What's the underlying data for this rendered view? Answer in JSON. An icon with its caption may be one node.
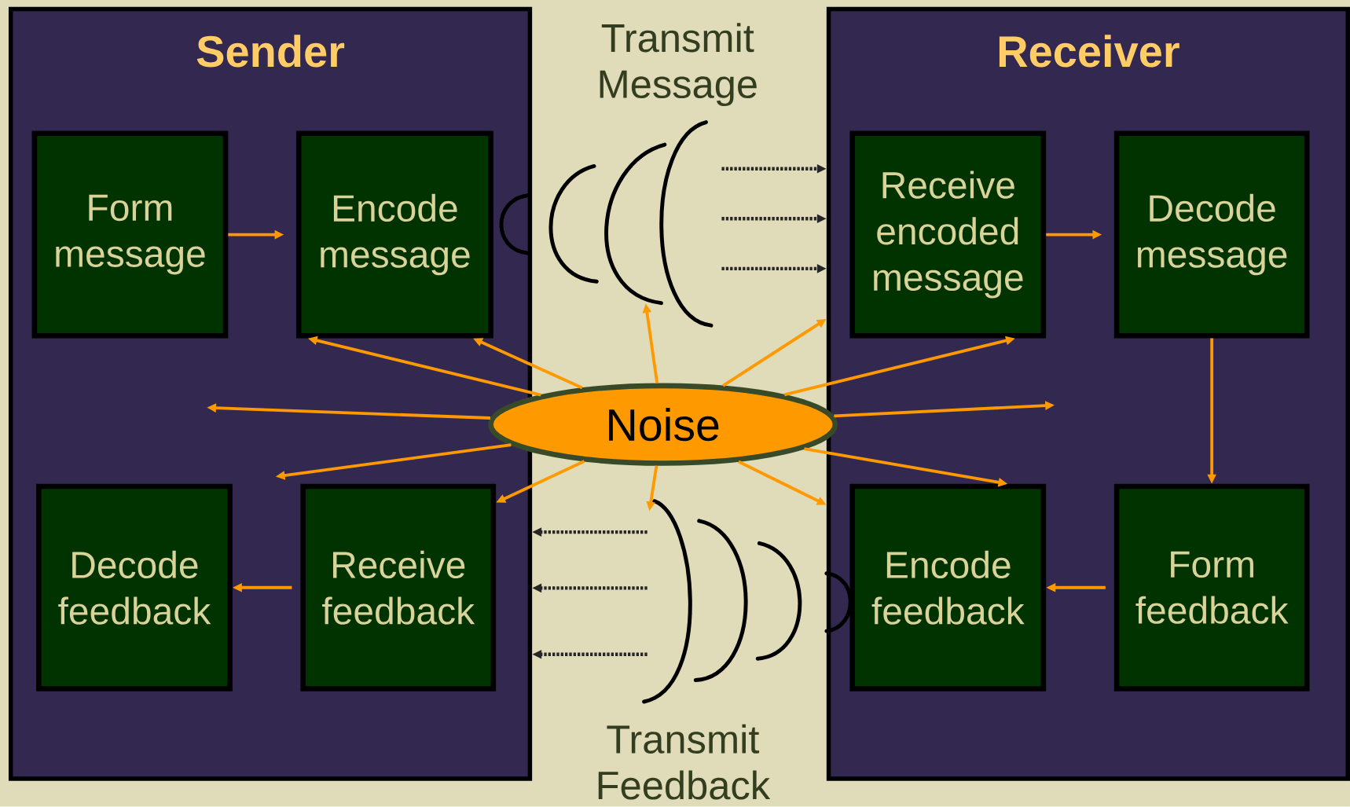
{
  "diagram": {
    "nodes": [
      {
        "text": [
          "Sender"
        ]
      },
      {
        "text": [
          "Form message"
        ],
        "in": 0
      },
      {
        "text": [
          "Encode message"
        ],
        "in": 0
      },
      {
        "text": [
          "Decode feedback"
        ],
        "in": 0
      },
      {
        "text": [
          "Receive feedback"
        ],
        "in": 0
      },
      {
        "text": [
          "Receiver"
        ]
      },
      {
        "text": [
          "Receive encoded message"
        ],
        "in": 5
      },
      {
        "text": [
          "Decode message"
        ],
        "in": 5
      },
      {
        "text": [
          "Encode feedback"
        ],
        "in": 5
      },
      {
        "text": [
          "Form feedback"
        ],
        "in": 5
      },
      {
        "text": [
          "Noise"
        ]
      },
      {
        "text": [],
        "shape": "picture"
      },
      {
        "text": [],
        "shape": "picture"
      }
    ],
    "edges": [
      {
        "from": 1,
        "to": 2,
        "arrow": "to"
      },
      {
        "from": 6,
        "to": 7,
        "arrow": "to"
      },
      {
        "from": 7,
        "to": 9,
        "arrow": "to"
      },
      {
        "from": 9,
        "to": 8,
        "arrow": "to"
      },
      {
        "from": 4,
        "to": 3,
        "arrow": "to"
      },
      {
        "from": 10,
        "to": 2,
        "arrow": "to"
      },
      {
        "from": 10,
        "to": 2,
        "arrow": "to"
      },
      {
        "from": 10,
        "to": null,
        "arrow": "to"
      },
      {
        "from": 10,
        "to": null,
        "arrow": "to"
      },
      {
        "from": 10,
        "to": 4,
        "arrow": "to"
      },
      {
        "from": 10,
        "to": 11,
        "arrow": "to"
      },
      {
        "from": 10,
        "to": 12,
        "arrow": "to"
      },
      {
        "from": 10,
        "to": 5,
        "arrow": "to"
      },
      {
        "from": 10,
        "to": 6,
        "arrow": "to"
      },
      {
        "from": 10,
        "to": null,
        "arrow": "to"
      },
      {
        "from": 10,
        "to": 8,
        "arrow": "to"
      },
      {
        "from": 10,
        "to": 5,
        "arrow": "to"
      },
      {
        "from": 11,
        "to": 5,
        "arrow": "to",
        "style": "dashed",
        "color": "#262626"
      },
      {
        "from": 11,
        "to": 5,
        "arrow": "to",
        "style": "dashed",
        "color": "#262626"
      },
      {
        "from": 11,
        "to": 5,
        "arrow": "to",
        "style": "dashed",
        "color": "#262626"
      },
      {
        "from": 12,
        "to": 0,
        "arrow": "to",
        "style": "dashed",
        "color": "#262626"
      },
      {
        "from": 12,
        "to": 0,
        "arrow": "to",
        "style": "dashed",
        "color": "#262626"
      },
      {
        "from": 12,
        "to": 0,
        "arrow": "to",
        "style": "dashed",
        "color": "#262626"
      }
    ],
    "labels": [
      "Transmit Message",
      "Transmit Feedback"
    ]
  }
}
